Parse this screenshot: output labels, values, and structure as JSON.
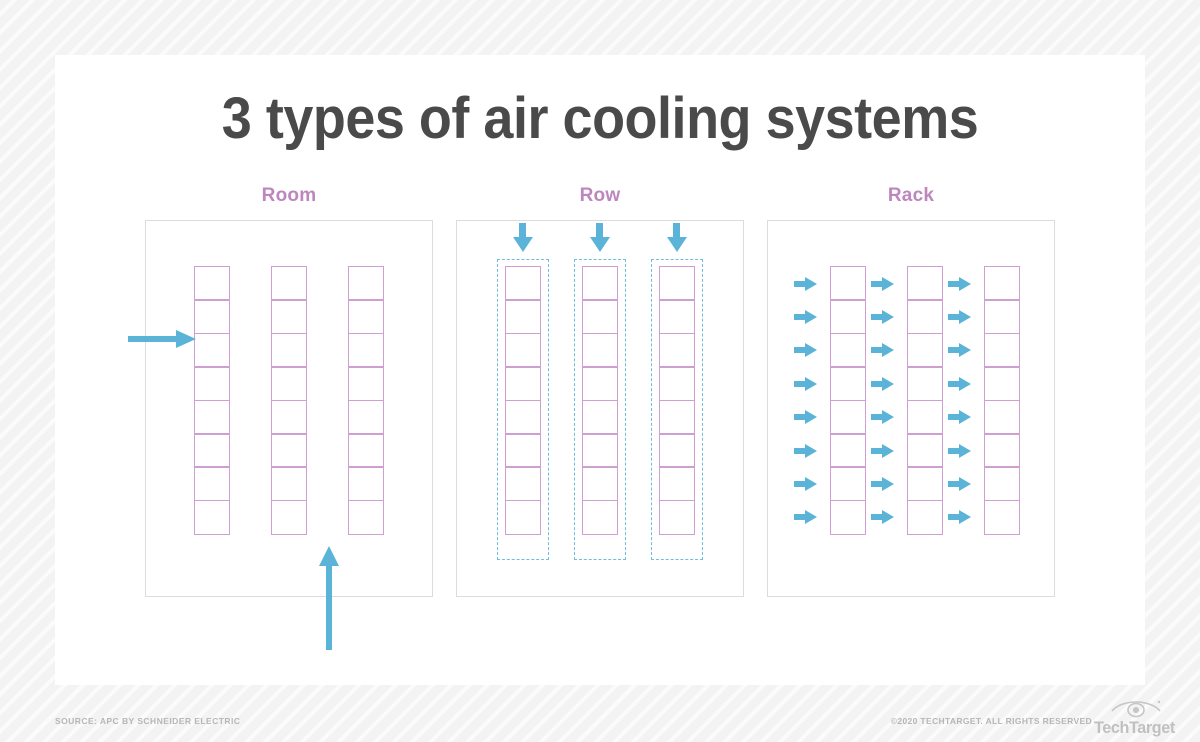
{
  "page": {
    "title": "3 types of air cooling systems",
    "background_pattern": "diagonal-stripes",
    "card_background": "#ffffff"
  },
  "colors": {
    "title_text": "#4a4a4a",
    "panel_label": "#bd86bd",
    "rack_unit_border": "#cf9fd1",
    "airflow_arrow": "#5bb4d8",
    "containment_dash": "#72bcdd",
    "panel_border": "#dcdcdc",
    "footer_text": "#b6b6b6",
    "page_background": "#f4f4f4"
  },
  "panels": [
    {
      "key": "room",
      "label": "Room",
      "columns": 3,
      "units_per_column": 8,
      "arrows": [
        {
          "name": "room-supply-arrow-left",
          "direction": "right"
        },
        {
          "name": "room-return-arrow-bottom",
          "direction": "up"
        }
      ],
      "containment": false
    },
    {
      "key": "row",
      "label": "Row",
      "columns": 3,
      "units_per_column": 8,
      "arrows": [
        {
          "name": "row-supply-arrow-1",
          "direction": "down"
        },
        {
          "name": "row-supply-arrow-2",
          "direction": "down"
        },
        {
          "name": "row-supply-arrow-3",
          "direction": "down"
        }
      ],
      "containment": true
    },
    {
      "key": "rack",
      "label": "Rack",
      "columns": 3,
      "units_per_column": 8,
      "arrows_per_unit": 1,
      "arrow_direction": "right",
      "containment": false
    }
  ],
  "footer": {
    "source": "SOURCE: APC BY SCHNEIDER ELECTRIC",
    "copyright": "©2020 TECHTARGET. ALL RIGHTS RESERVED",
    "logo_text": "TechTarget",
    "logo_icon": "eye-icon"
  }
}
